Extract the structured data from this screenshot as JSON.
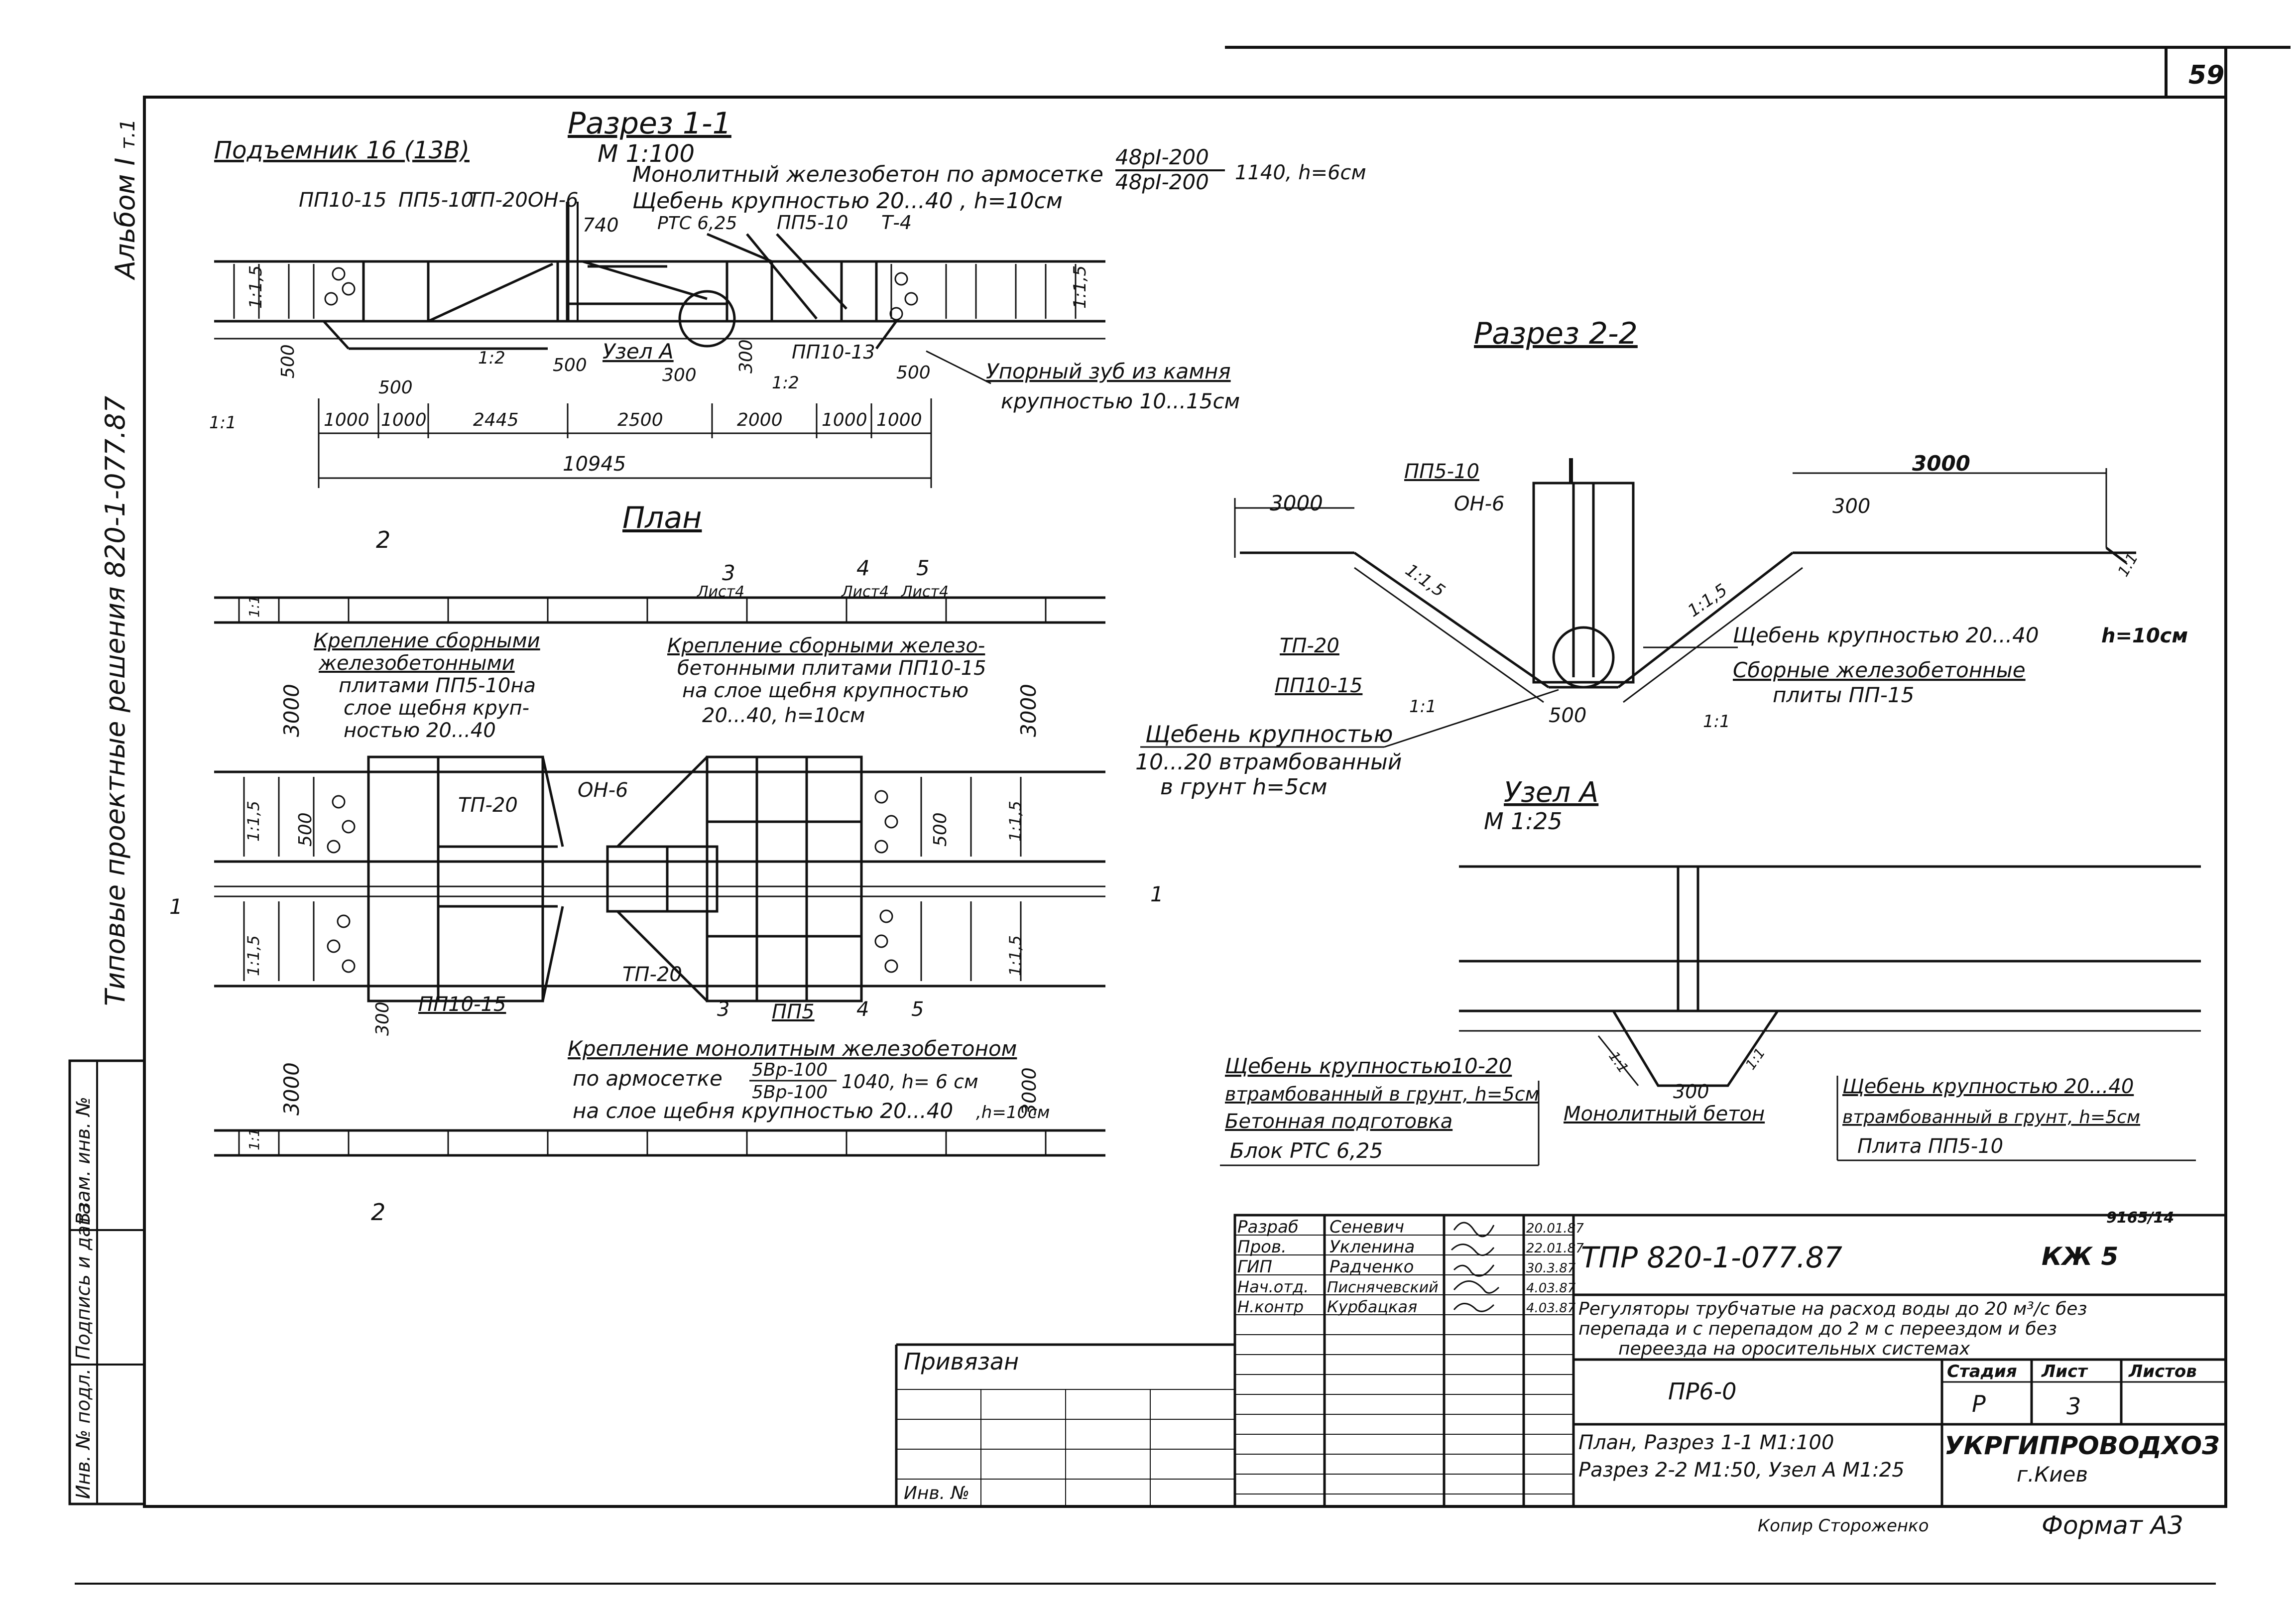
{
  "sheet": {
    "page_number": "59",
    "album": "Альбом I",
    "album_vol": "т.1",
    "series_side": "Типовые проектные решения 820-1-077.87",
    "side_stamp": [
      "Инв. № подл.",
      "Подпись и дата",
      "Взам. инв. №"
    ],
    "copied_by": "Копир Стороженко",
    "format": "Формат А3",
    "doc_code_small": "9165/14"
  },
  "section_1_1": {
    "title": "Разрез 1-1",
    "scale": "М 1:100",
    "lifter": "Подъемник 16 (13В)",
    "concrete_note": "Монолитный железобетон по армосетке",
    "mesh_top": "48рI-200",
    "mesh_bottom": "48рI-200",
    "mesh_tail": "1140, h=6см",
    "gravel_note": "Щебень крупностью 20...40 , h=10см",
    "labels": [
      "ПП10-15",
      "ПП5-10",
      "ТП-20",
      "ОН-6",
      "740",
      "РТС 6,25",
      "ПП5-10",
      "Т-4",
      "Узел А",
      "ПП10-13"
    ],
    "stop_tooth": "Упорный зуб из камня",
    "stop_tooth_2": "крупностью 10...15см",
    "slopes": [
      "1:1,5",
      "1:1,5",
      "1:2",
      "1:2",
      "1:1"
    ],
    "dims_small": [
      "500",
      "500",
      "500",
      "300",
      "300",
      "500"
    ],
    "dims_chain": [
      "1000",
      "1000",
      "2445",
      "2500",
      "2000",
      "1000",
      "1000"
    ],
    "dim_total": "10945"
  },
  "section_2_2": {
    "title": "Разрез 2-2",
    "labels_left": [
      "ПП5-10",
      "ОН-6",
      "ТП-20",
      "ПП10-15"
    ],
    "dims": [
      "3000",
      "3000",
      "300",
      "500"
    ],
    "slopes": [
      "1:1,5",
      "1:1,5",
      "1:1",
      "1:1",
      "1:1"
    ],
    "gravel_right": "Щебень крупностью 20...40",
    "gravel_right_h": "h=10см",
    "plates_right": "Сборные железобетонные",
    "plates_right_2": "плиты ПП-15",
    "gravel_left_1": "Щебень крупностью",
    "gravel_left_2": "10...20  втрамбованный",
    "gravel_left_3": "в грунт  h=5см"
  },
  "plan": {
    "title": "План",
    "section_marks": [
      "2",
      "3",
      "4",
      "5",
      "1",
      "1",
      "2",
      "3",
      "4",
      "5"
    ],
    "sheet_refs": [
      "Лист4",
      "Лист4",
      "Лист4"
    ],
    "note_left_1": "Крепление сборными",
    "note_left_2": "железобетонными",
    "note_left_3": "плитами ПП5-10на",
    "note_left_4": "слое щебня круп-",
    "note_left_5": "ностью 20...40",
    "note_mid_1": "Крепление сборными железо-",
    "note_mid_2": "бетонными плитами ПП10-15",
    "note_mid_3": "на слое щебня крупностью",
    "note_mid_4": "20...40,      h=10см",
    "labels": [
      "ТП-20",
      "ОН-6",
      "ТП-20",
      "ПП10-15",
      "ПП5"
    ],
    "dims": [
      "3000",
      "3000",
      "3000",
      "3000",
      "500",
      "500",
      "300"
    ],
    "slopes": [
      "1:1",
      "1:1,5",
      "1:1,5",
      "1:1,5",
      "1:1,5",
      "1:1"
    ],
    "monolith_1": "Крепление монолитным железобетоном",
    "monolith_2": "по армосетке",
    "mesh_top": "5Вр-100",
    "mesh_bottom": "5Вр-100",
    "mesh_tail": "1040, h= 6 см",
    "monolith_3": "на слое щебня крупностью 20...40",
    "monolith_3_h": ",h=10см"
  },
  "node_a": {
    "title": "Узел А",
    "scale": "М 1:25",
    "left_1": "Щебень крупностью10-20",
    "left_2": "втрамбованный в грунт, h=5см",
    "left_3": "Бетонная подготовка",
    "left_4": "Блок РТС 6,25",
    "mid": "Монолитный бетон",
    "dim": "300",
    "right_1": "Щебень крупностью 20...40",
    "right_2": "втрамбованный в грунт, h=5см",
    "right_3": "Плита ПП5-10",
    "slopes": [
      "1:1",
      "1:1"
    ]
  },
  "title_block": {
    "roles": [
      "Разраб",
      "Пров.",
      "ГИП",
      "Нач.отд.",
      "Н.контр"
    ],
    "names": [
      "Сеневич",
      "Укленина",
      "Радченко",
      "Писнячевский",
      "Курбацкая"
    ],
    "dates": [
      "20.01.87",
      "22.01.87",
      "30.3.87",
      "4.03.87",
      "4.03.87"
    ],
    "tpr": "ТПР  820-1-077.87",
    "mark": "КЖ 5",
    "description_1": "Регуляторы трубчатые на расход воды до 20 м³/с без",
    "description_2": "перепада и с перепадом до 2 м с переездом и без",
    "description_3": "переезда на оросительных системах",
    "stage_head": "Стадия",
    "sheet_head": "Лист",
    "sheets_head": "Листов",
    "stage": "Р",
    "sheet": "3",
    "product": "ПР6-0",
    "drawing_1": "План, Разрез 1-1 М1:100",
    "drawing_2": "Разрез 2-2 М1:50, Узел А М1:25",
    "org": "УКРГИПРОВОДХОЗ",
    "city": "г.Киев",
    "attached": "Привязан",
    "inv": "Инв. №"
  }
}
